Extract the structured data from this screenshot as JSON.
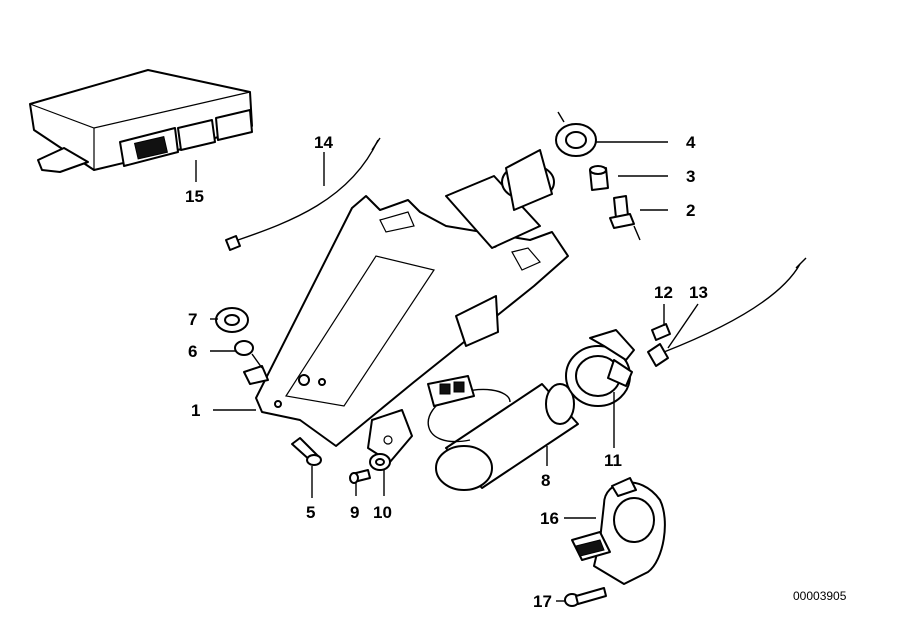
{
  "diagram": {
    "callouts": {
      "c1": "1",
      "c2": "2",
      "c3": "3",
      "c4": "4",
      "c5": "5",
      "c6": "6",
      "c7": "7",
      "c8": "8",
      "c9": "9",
      "c10": "10",
      "c11": "11",
      "c12": "12",
      "c13": "13",
      "c14": "14",
      "c15": "15",
      "c16": "16",
      "c17": "17"
    },
    "diagram_code": "00003905"
  }
}
